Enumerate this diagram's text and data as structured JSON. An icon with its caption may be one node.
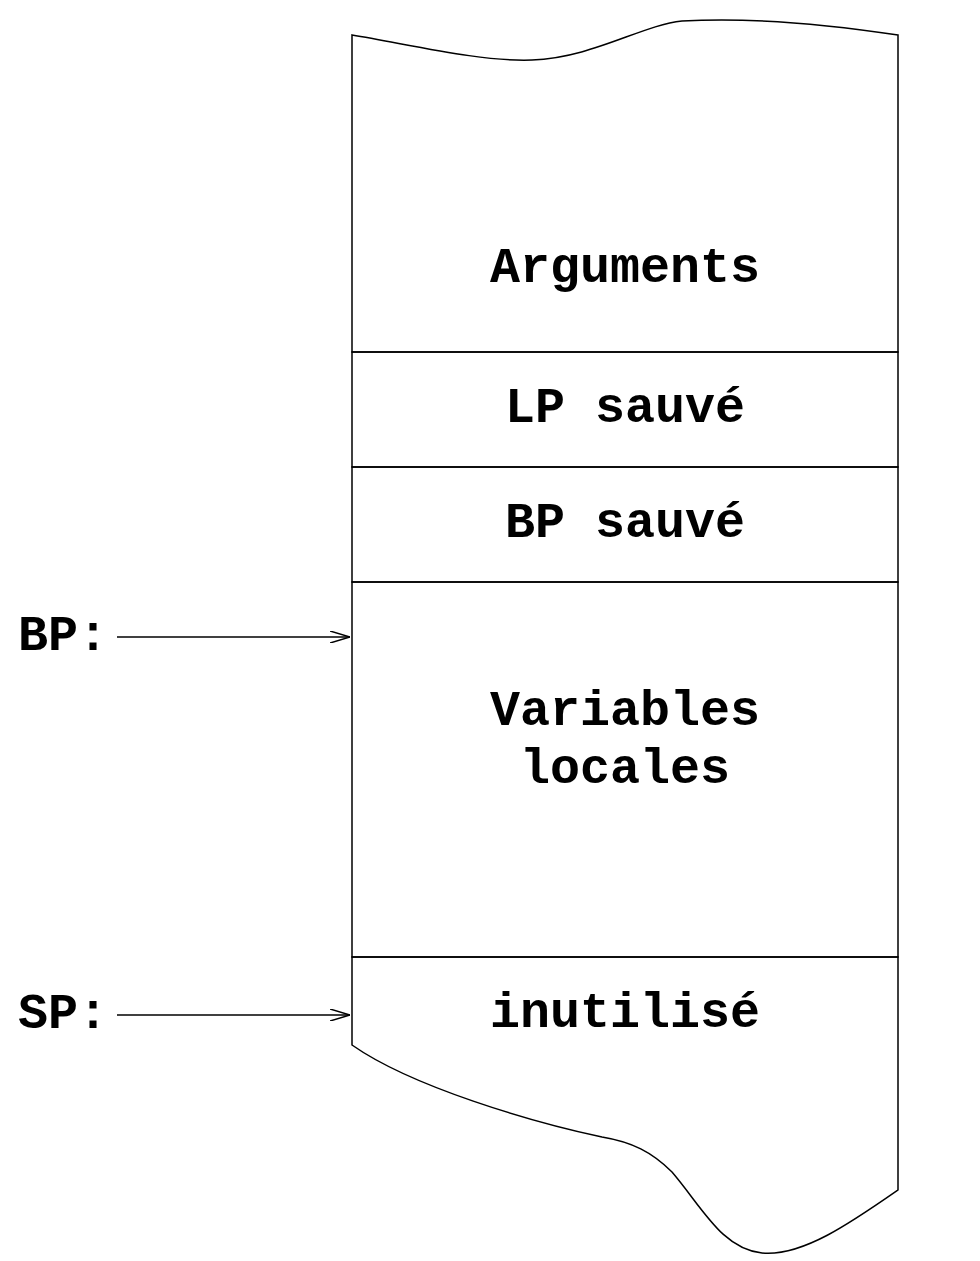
{
  "diagram": {
    "nodes": [
      {
        "text": [
          "Arguments"
        ]
      },
      {
        "text": [
          "LP sauvé"
        ]
      },
      {
        "text": [
          "BP sauvé"
        ]
      },
      {
        "text": [
          "Variables locales"
        ]
      },
      {
        "text": [
          "inutilisé"
        ]
      },
      {
        "text": [
          "BP:"
        ]
      },
      {
        "text": [
          "SP:"
        ]
      }
    ],
    "edges": [
      {
        "from": 5,
        "to": 3,
        "arrow": "to"
      },
      {
        "from": 6,
        "to": 4,
        "arrow": "to"
      }
    ]
  }
}
